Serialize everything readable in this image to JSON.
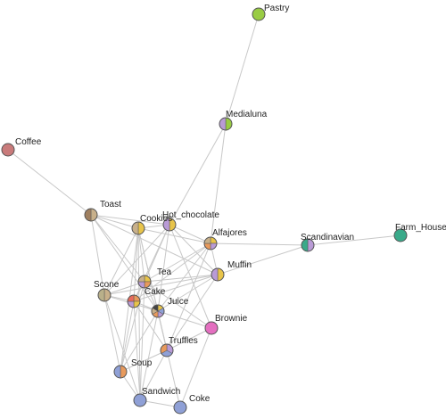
{
  "graph": {
    "nodes": [
      {
        "id": "pastry",
        "label": "Pastry",
        "colors": [
          "#99cc44"
        ]
      },
      {
        "id": "medialuna",
        "label": "Medialuna",
        "colors": [
          "#99cc44",
          "#b99bd6"
        ]
      },
      {
        "id": "coffee",
        "label": "Coffee",
        "colors": [
          "#c97b7b"
        ]
      },
      {
        "id": "toast",
        "label": "Toast",
        "colors": [
          "#c8b08a",
          "#a08060"
        ]
      },
      {
        "id": "cookies",
        "label": "Cookies",
        "colors": [
          "#e8c44a",
          "#c8b08a"
        ]
      },
      {
        "id": "hot_chocolate",
        "label": "Hot_chocolate",
        "colors": [
          "#e8c44a",
          "#b99bd6"
        ]
      },
      {
        "id": "alfajores",
        "label": "Alfajores",
        "colors": [
          "#e8c44a",
          "#b99bd6",
          "#e89a5c",
          "#c8b08a"
        ]
      },
      {
        "id": "scandinavian",
        "label": "Scandinavian",
        "colors": [
          "#b99bd6",
          "#3aaa8a"
        ]
      },
      {
        "id": "farm_house",
        "label": "Farm_House",
        "colors": [
          "#3aaa8a"
        ]
      },
      {
        "id": "muffin",
        "label": "Muffin",
        "colors": [
          "#e8c44a",
          "#b99bd6"
        ]
      },
      {
        "id": "tea",
        "label": "Tea",
        "colors": [
          "#e8c44a",
          "#e89a5c",
          "#b99bd6",
          "#c8b08a"
        ]
      },
      {
        "id": "scone",
        "label": "Scone",
        "colors": [
          "#c8b08a",
          "#b9b08a"
        ]
      },
      {
        "id": "cake",
        "label": "Cake",
        "colors": [
          "#e89a5c",
          "#e8c44a",
          "#b99bd6",
          "#e86a5c"
        ]
      },
      {
        "id": "juice",
        "label": "Juice",
        "colors": [
          "#e8c44a",
          "#8fa0d6",
          "#b99bd6",
          "#e89a5c",
          "#c8b08a",
          "#444444"
        ]
      },
      {
        "id": "brownie",
        "label": "Brownie",
        "colors": [
          "#e46fc0"
        ]
      },
      {
        "id": "truffles",
        "label": "Truffles",
        "colors": [
          "#b99bd6",
          "#8fa0d6",
          "#e89a5c"
        ]
      },
      {
        "id": "soup",
        "label": "Soup",
        "colors": [
          "#e89a5c",
          "#8fa0d6"
        ]
      },
      {
        "id": "sandwich",
        "label": "Sandwich",
        "colors": [
          "#8fa0d6"
        ]
      },
      {
        "id": "coke",
        "label": "Coke",
        "colors": [
          "#8fa0d6"
        ]
      }
    ],
    "edges": [
      [
        "pastry",
        "medialuna"
      ],
      [
        "medialuna",
        "hot_chocolate"
      ],
      [
        "medialuna",
        "alfajores"
      ],
      [
        "coffee",
        "toast"
      ],
      [
        "toast",
        "cookies"
      ],
      [
        "toast",
        "hot_chocolate"
      ],
      [
        "toast",
        "tea"
      ],
      [
        "toast",
        "juice"
      ],
      [
        "toast",
        "muffin"
      ],
      [
        "toast",
        "scone"
      ],
      [
        "cookies",
        "hot_chocolate"
      ],
      [
        "cookies",
        "alfajores"
      ],
      [
        "cookies",
        "tea"
      ],
      [
        "cookies",
        "cake"
      ],
      [
        "cookies",
        "juice"
      ],
      [
        "cookies",
        "scone"
      ],
      [
        "cookies",
        "truffles"
      ],
      [
        "cookies",
        "soup"
      ],
      [
        "hot_chocolate",
        "alfajores"
      ],
      [
        "hot_chocolate",
        "tea"
      ],
      [
        "hot_chocolate",
        "cake"
      ],
      [
        "hot_chocolate",
        "juice"
      ],
      [
        "hot_chocolate",
        "muffin"
      ],
      [
        "hot_chocolate",
        "brownie"
      ],
      [
        "hot_chocolate",
        "scone"
      ],
      [
        "alfajores",
        "scandinavian"
      ],
      [
        "alfajores",
        "tea"
      ],
      [
        "alfajores",
        "cake"
      ],
      [
        "alfajores",
        "juice"
      ],
      [
        "alfajores",
        "muffin"
      ],
      [
        "alfajores",
        "truffles"
      ],
      [
        "scandinavian",
        "farm_house"
      ],
      [
        "scandinavian",
        "muffin"
      ],
      [
        "muffin",
        "tea"
      ],
      [
        "muffin",
        "cake"
      ],
      [
        "muffin",
        "juice"
      ],
      [
        "muffin",
        "scone"
      ],
      [
        "muffin",
        "truffles"
      ],
      [
        "tea",
        "cake"
      ],
      [
        "tea",
        "juice"
      ],
      [
        "tea",
        "scone"
      ],
      [
        "tea",
        "soup"
      ],
      [
        "tea",
        "sandwich"
      ],
      [
        "tea",
        "brownie"
      ],
      [
        "cake",
        "juice"
      ],
      [
        "cake",
        "scone"
      ],
      [
        "cake",
        "soup"
      ],
      [
        "cake",
        "sandwich"
      ],
      [
        "cake",
        "truffles"
      ],
      [
        "juice",
        "scone"
      ],
      [
        "juice",
        "brownie"
      ],
      [
        "juice",
        "truffles"
      ],
      [
        "juice",
        "soup"
      ],
      [
        "juice",
        "sandwich"
      ],
      [
        "juice",
        "coke"
      ],
      [
        "scone",
        "soup"
      ],
      [
        "scone",
        "sandwich"
      ],
      [
        "brownie",
        "truffles"
      ],
      [
        "brownie",
        "coke"
      ],
      [
        "truffles",
        "soup"
      ],
      [
        "truffles",
        "sandwich"
      ],
      [
        "soup",
        "sandwich"
      ],
      [
        "sandwich",
        "coke"
      ],
      [
        "cookies",
        "sandwich"
      ]
    ]
  }
}
